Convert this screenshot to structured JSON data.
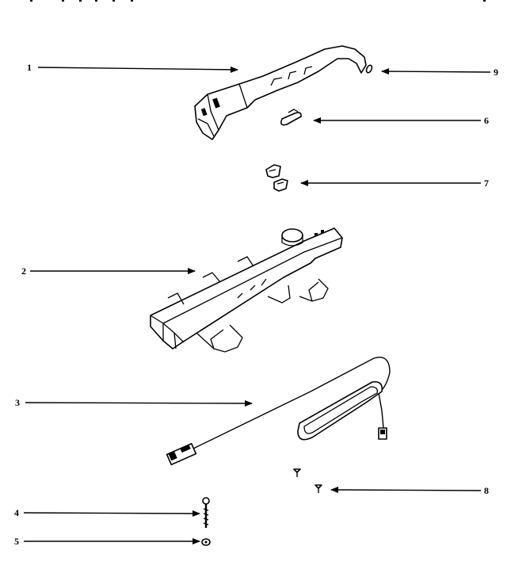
{
  "diagram": {
    "callouts": [
      {
        "id": "c1",
        "number": "1"
      },
      {
        "id": "c2",
        "number": "2"
      },
      {
        "id": "c3",
        "number": "3"
      },
      {
        "id": "c4",
        "number": "4"
      },
      {
        "id": "c5",
        "number": "5"
      },
      {
        "id": "c6",
        "number": "6"
      },
      {
        "id": "c7",
        "number": "7"
      },
      {
        "id": "c8",
        "number": "8"
      },
      {
        "id": "c9",
        "number": "9"
      }
    ],
    "colors": {
      "ink": "#000000",
      "paper": "#ffffff"
    }
  }
}
